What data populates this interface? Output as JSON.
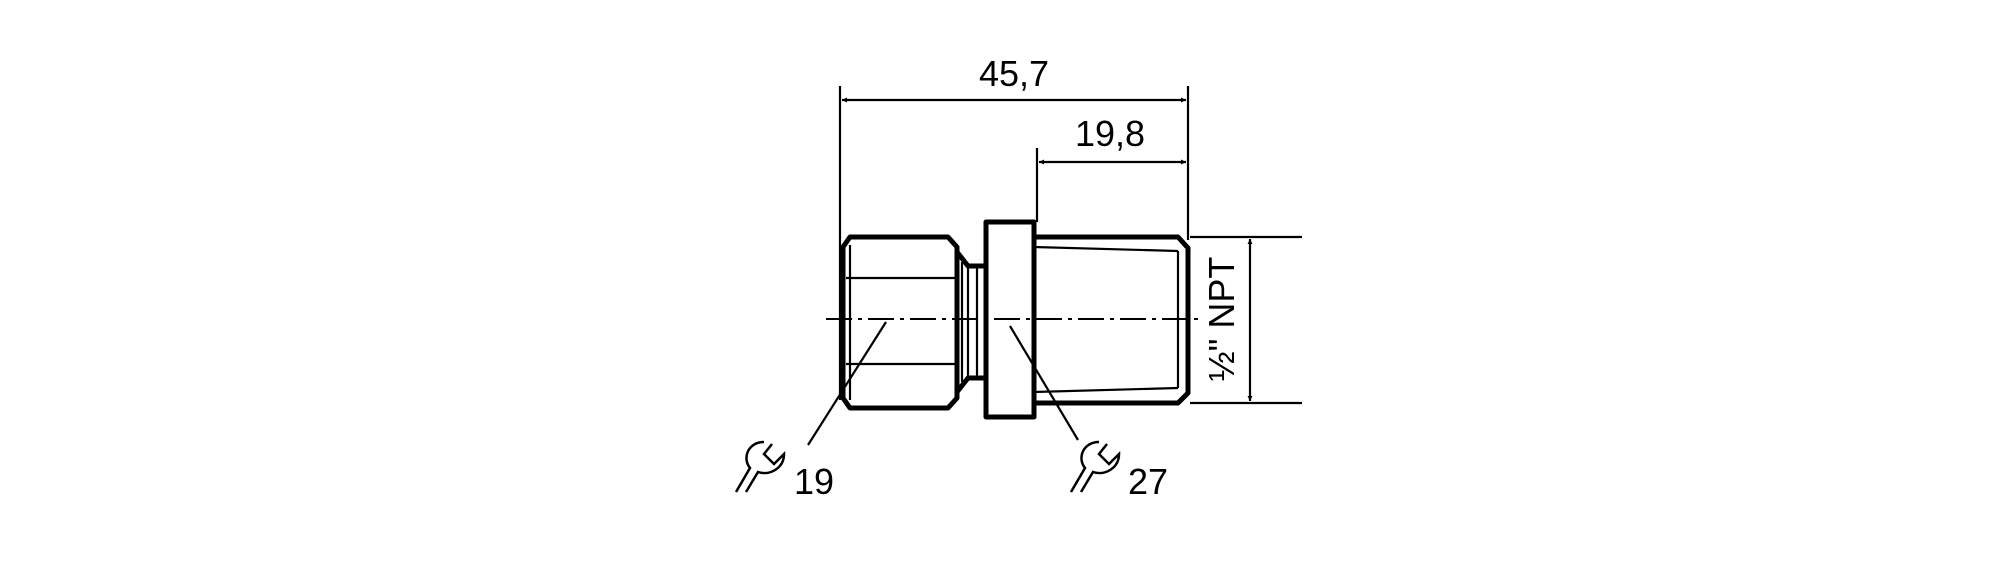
{
  "dimensions": {
    "overall_length": "45,7",
    "thread_length": "19,8",
    "thread_size": "½\" NPT"
  },
  "wrench_sizes": [
    {
      "icon": "wrench-icon",
      "size": "19"
    },
    {
      "icon": "wrench-icon",
      "size": "27"
    }
  ],
  "colors": {
    "line": "#000000",
    "background": "#ffffff"
  }
}
